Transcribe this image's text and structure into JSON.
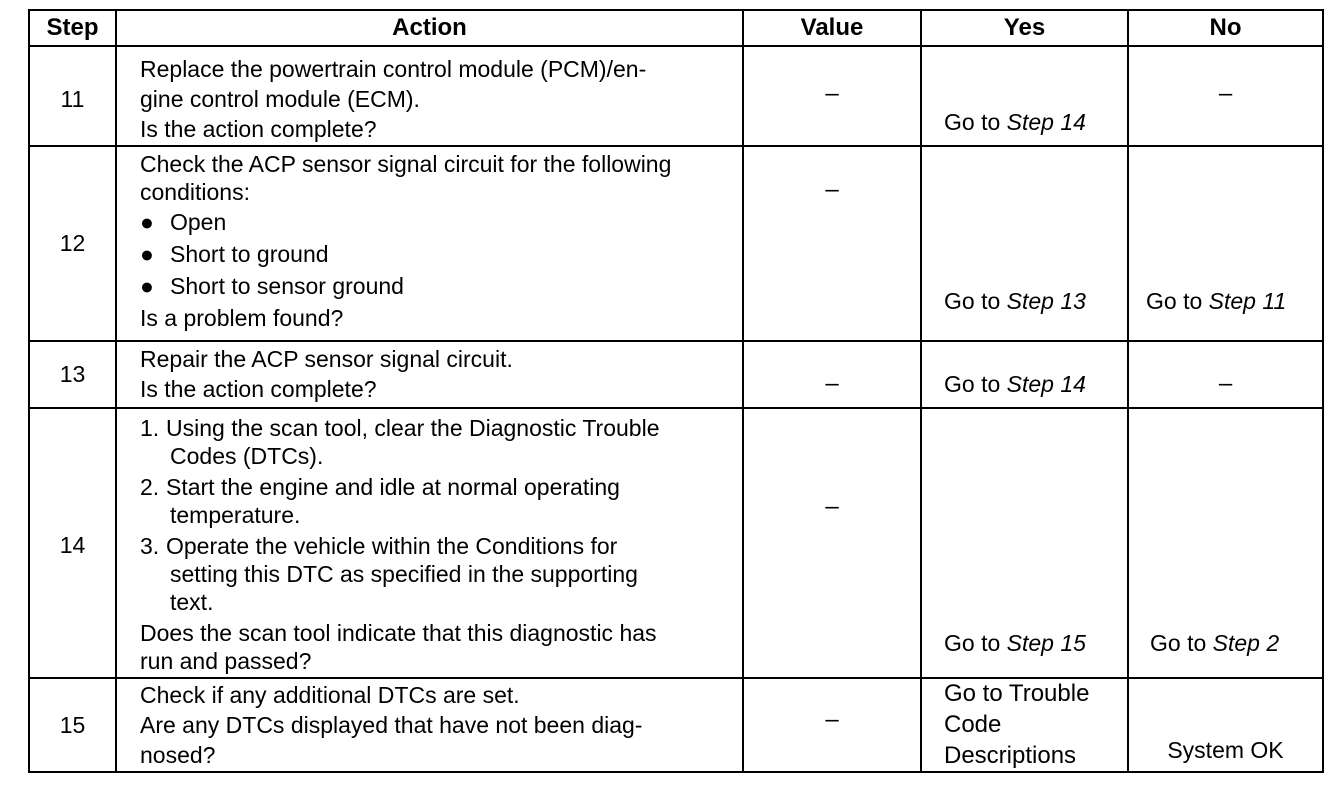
{
  "headers": {
    "step": "Step",
    "action": "Action",
    "value": "Value",
    "yes": "Yes",
    "no": "No"
  },
  "rows": {
    "r11": {
      "step": "11",
      "action_lines": [
        "Replace the powertrain control module (PCM)/en-",
        "gine control module (ECM).",
        "Is the action complete?"
      ],
      "value": "–",
      "yes_prefix": "Go to ",
      "yes_link": "Step 14",
      "no": "–"
    },
    "r12": {
      "step": "12",
      "action_intro": [
        "Check the ACP sensor signal circuit for the following",
        "conditions:"
      ],
      "bullets": [
        "Open",
        "Short to ground",
        "Short to sensor ground"
      ],
      "question": "Is a problem found?",
      "value": "–",
      "yes_prefix": "Go to ",
      "yes_link": "Step 13",
      "no_prefix": "Go to ",
      "no_link": "Step 11"
    },
    "r13": {
      "step": "13",
      "action_lines": [
        "Repair the ACP sensor signal circuit.",
        "Is the action complete?"
      ],
      "value": "–",
      "yes_prefix": "Go to ",
      "yes_link": "Step 14",
      "no": "–"
    },
    "r14": {
      "step": "14",
      "items": [
        {
          "num": "1.",
          "lines": [
            "Using the scan tool, clear the Diagnostic Trouble",
            "Codes (DTCs)."
          ]
        },
        {
          "num": "2.",
          "lines": [
            "Start the engine and idle at normal operating",
            "temperature."
          ]
        },
        {
          "num": "3.",
          "lines": [
            "Operate the vehicle within the Conditions for",
            "setting this DTC as specified in the supporting",
            "text."
          ]
        }
      ],
      "question_lines": [
        "Does the scan tool indicate that this diagnostic has",
        "run and passed?"
      ],
      "value": "–",
      "yes_prefix": "Go to ",
      "yes_link": "Step 15",
      "no_prefix": "Go to ",
      "no_link": "Step 2"
    },
    "r15": {
      "step": "15",
      "action_lines": [
        "Check if any additional DTCs are set.",
        "Are any DTCs displayed that have not been diag-",
        "nosed?"
      ],
      "value": "–",
      "yes_lines": [
        "Go to Trouble",
        "Code",
        "Descriptions"
      ],
      "no": "System OK"
    }
  }
}
